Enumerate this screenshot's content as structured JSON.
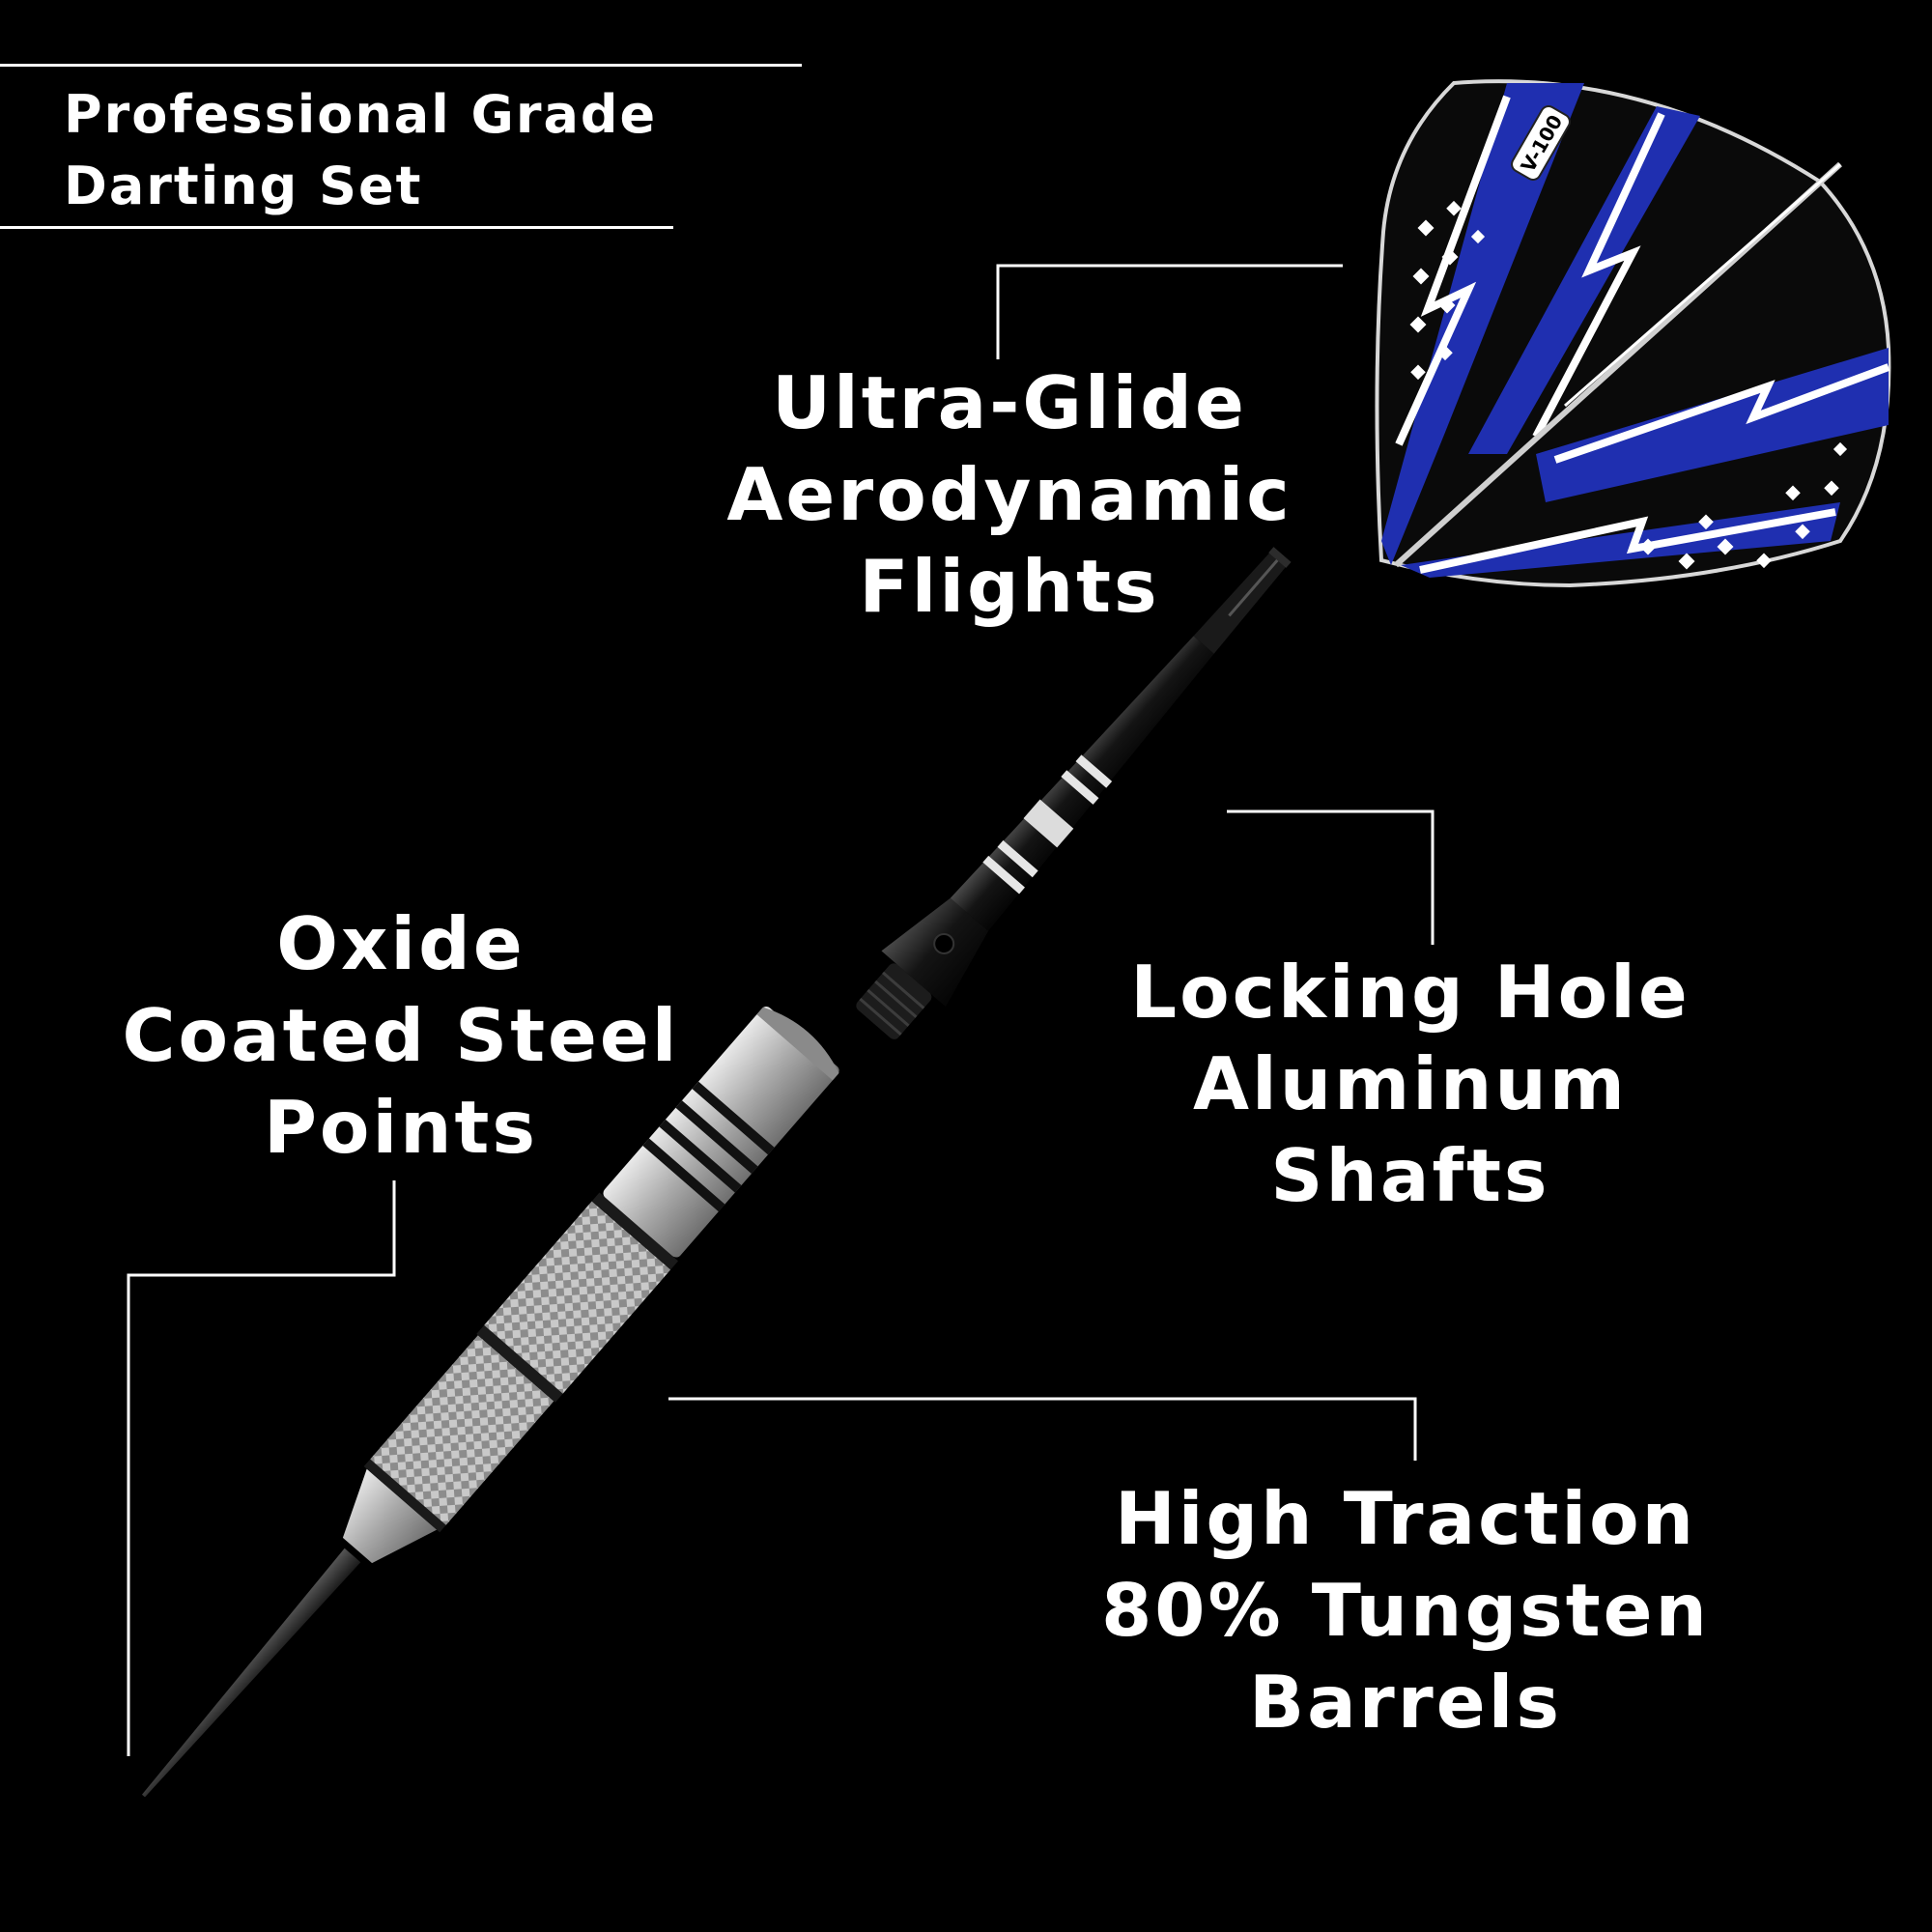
{
  "header": {
    "line1": "Professional Grade",
    "line2": "Darting Set"
  },
  "callouts": {
    "flights": [
      "Ultra-Glide",
      "Aerodynamic",
      "Flights"
    ],
    "points": [
      "Oxide",
      "Coated Steel",
      "Points"
    ],
    "shafts": [
      "Locking Hole",
      "Aluminum",
      "Shafts"
    ],
    "barrels": [
      "High Traction",
      "80% Tungsten",
      "Barrels"
    ]
  },
  "flight": {
    "badge": "V-100"
  },
  "colors": {
    "background": "#000000",
    "text": "#ffffff",
    "flight_blue": "#1f2fb0",
    "barrel_silver": "#b8b8b8",
    "shaft_black": "#111111"
  }
}
